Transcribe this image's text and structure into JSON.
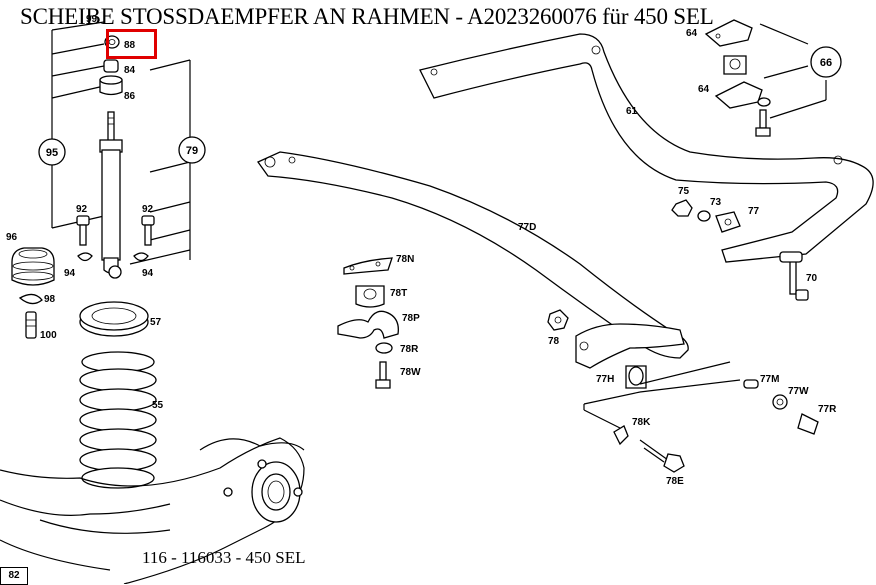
{
  "title": "SCHEIBE STOSSDAEMPFER AN RAHMEN - A2023260076 für 450 SEL",
  "footer": "116 - 116033 - 450 SEL",
  "page_number": "82",
  "highlight_color": "#e00000",
  "circled_callouts": [
    "95",
    "79",
    "66"
  ],
  "part_labels": {
    "p99": "99",
    "p88": "88",
    "p84": "84",
    "p86": "86",
    "p92a": "92",
    "p92b": "92",
    "p96": "96",
    "p94a": "94",
    "p94b": "94",
    "p98": "98",
    "p100": "100",
    "p57": "57",
    "p55": "55",
    "p64a": "64",
    "p64b": "64",
    "p61": "61",
    "p75": "75",
    "p73": "73",
    "p77": "77",
    "p70": "70",
    "p77D": "77D",
    "p78N": "78N",
    "p78T": "78T",
    "p78P": "78P",
    "p78R": "78R",
    "p78W": "78W",
    "p78": "78",
    "p77H": "77H",
    "p77M": "77M",
    "p77W": "77W",
    "p77R": "77R",
    "p78K": "78K",
    "p78E": "78E"
  },
  "highlighted_part": "88"
}
